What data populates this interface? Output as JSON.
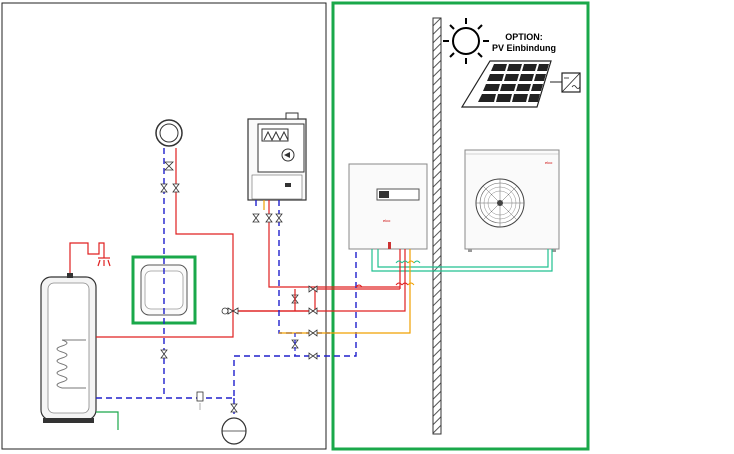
{
  "option": {
    "title": "OPTION:",
    "subtitle": "PV Einbindung"
  },
  "indoor_unit": {
    "brand": "elco"
  },
  "outdoor_unit": {
    "brand": "elco"
  },
  "colors": {
    "flow": "#e02020",
    "return": "#2020cc",
    "refrigerant_hot": "#f0a000",
    "refrigerant_cold": "#20c090",
    "option_frame": "#1aa84a",
    "dhw_outlet": "#1aa84a",
    "wall_hatch": "#555555",
    "panel": "#222222"
  },
  "icons": [
    "sun-icon",
    "solar-panel-icon",
    "inverter-icon",
    "fan-icon",
    "circulation-pump-icon",
    "check-valve-icon",
    "shower-icon",
    "expansion-vessel-icon"
  ]
}
